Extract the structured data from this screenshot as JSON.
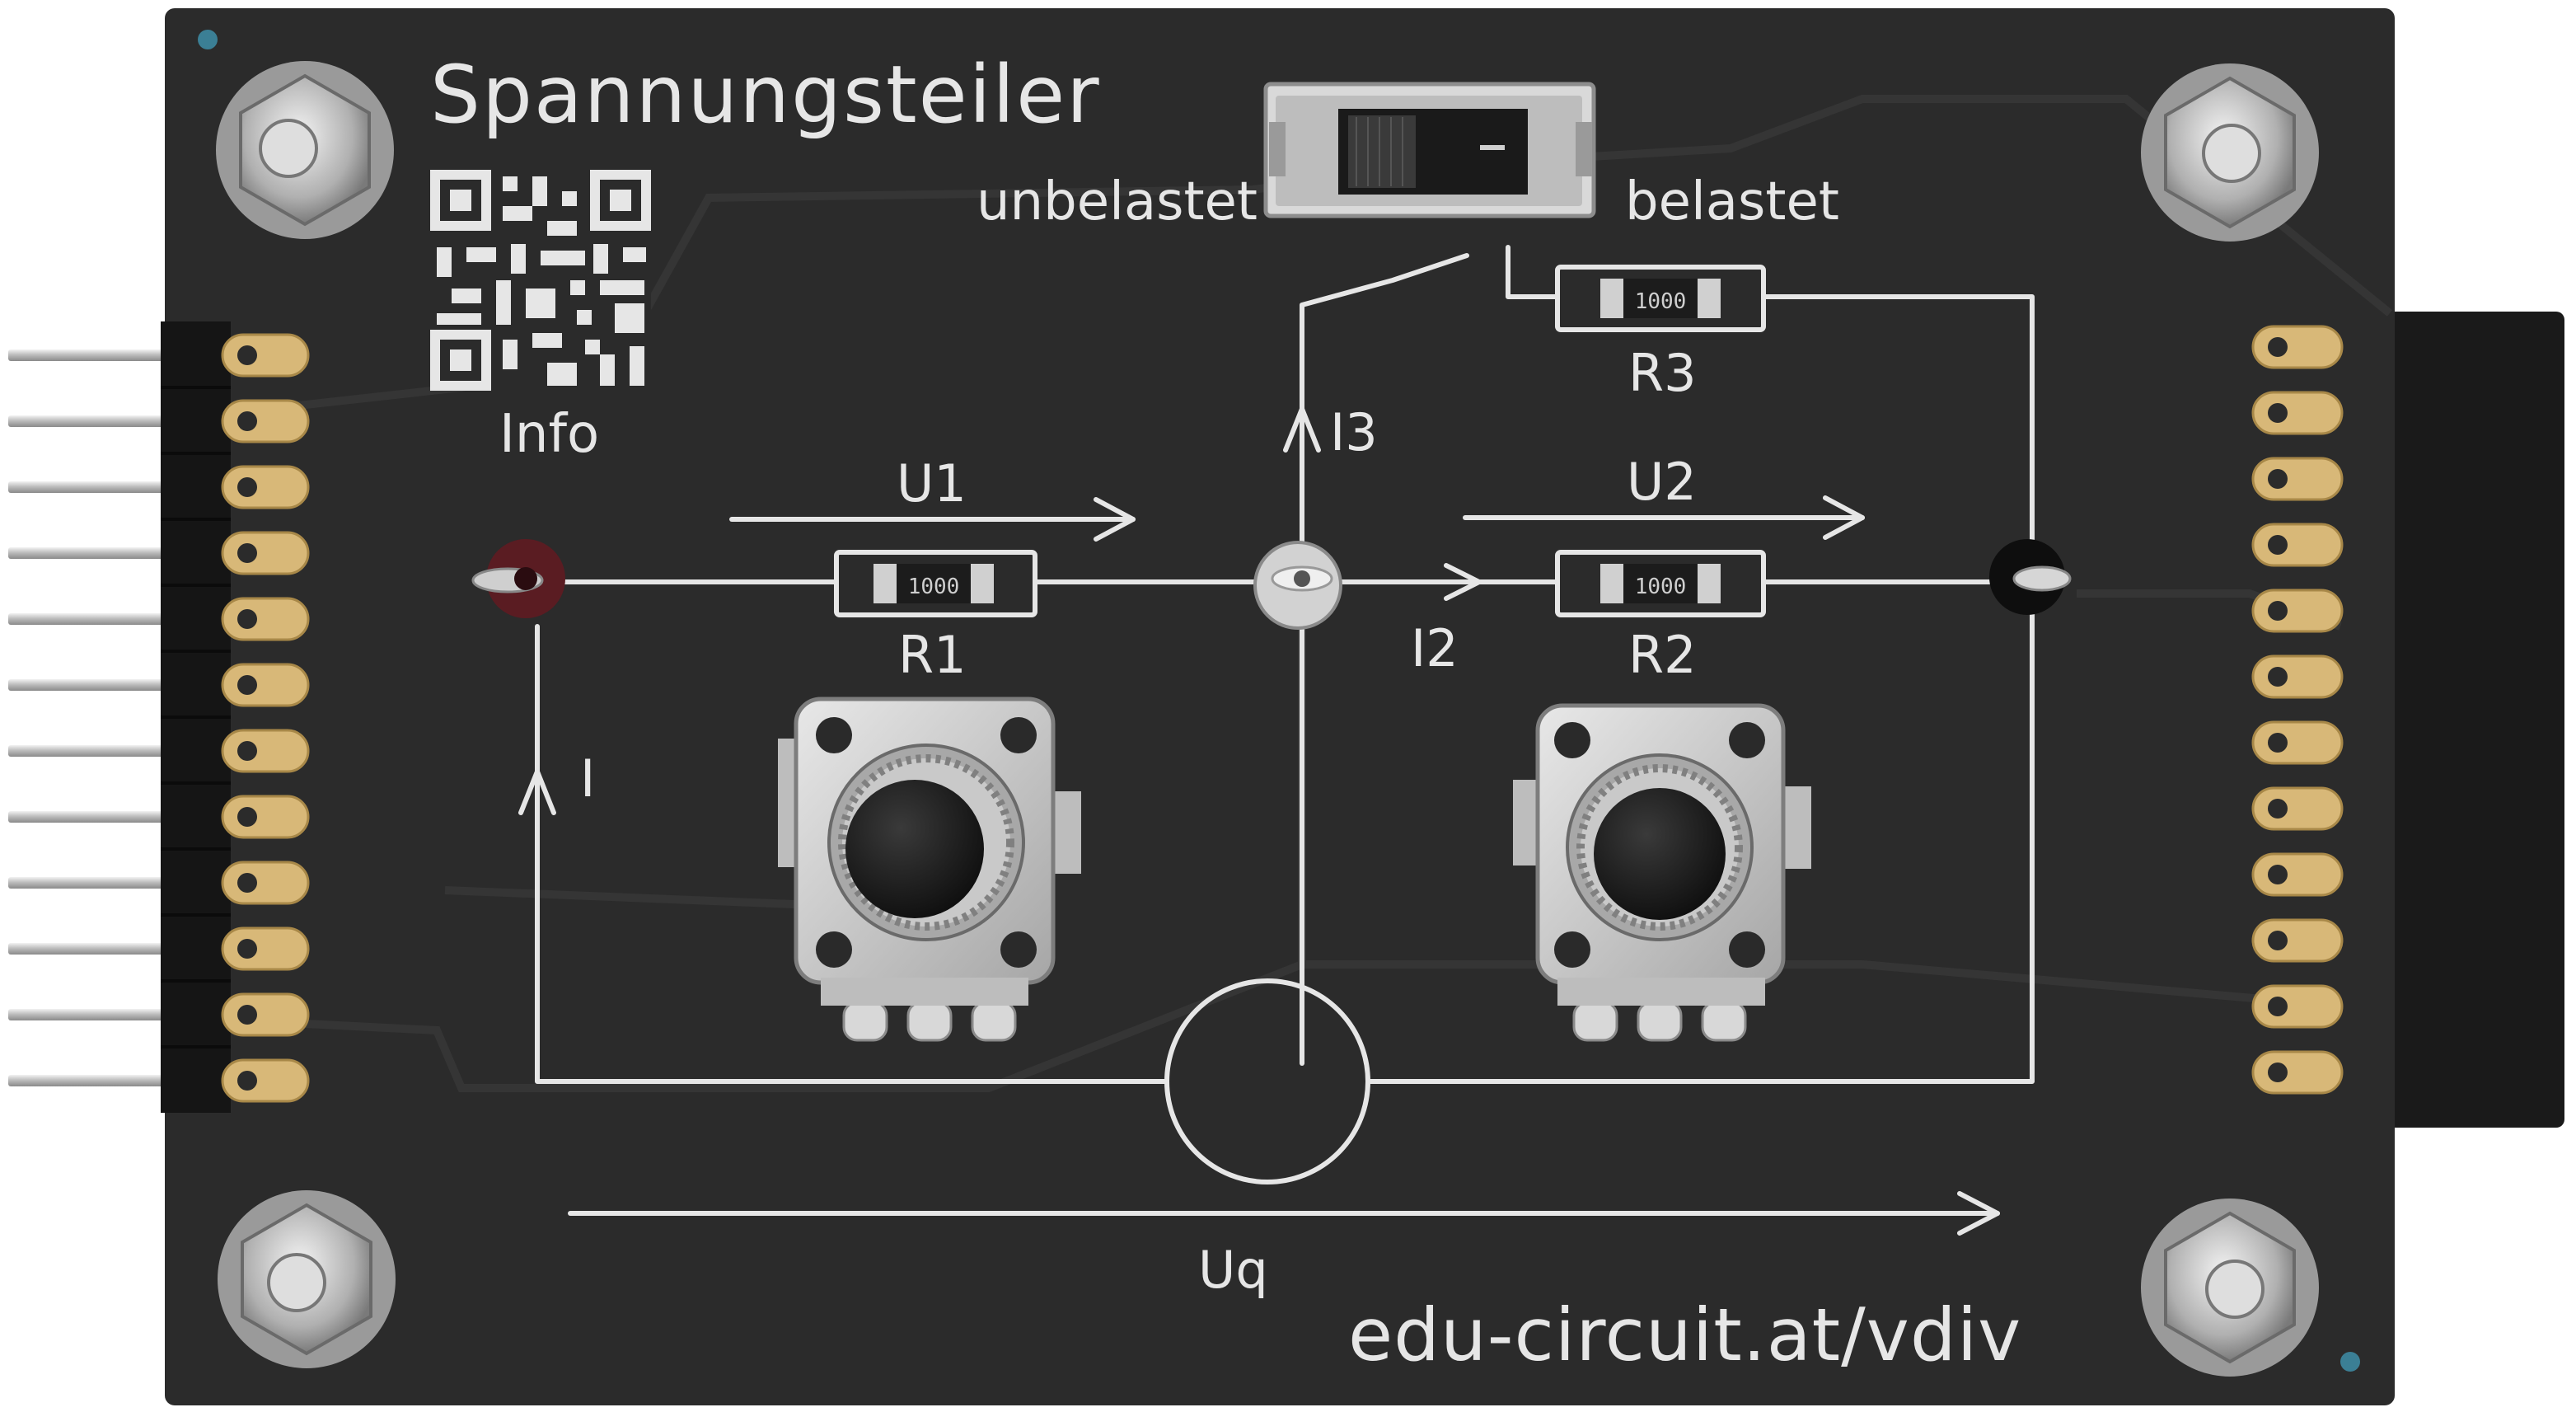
{
  "board": {
    "title": "Spannungsteiler",
    "qr_caption": "Info",
    "url": "edu-circuit.at/vdiv"
  },
  "switch": {
    "left_label": "unbelastet",
    "right_label": "belastet"
  },
  "circuit": {
    "u1": "U1",
    "u2": "U2",
    "uq": "Uq",
    "i": "I",
    "i2": "I2",
    "i3": "I3",
    "r1": "R1",
    "r2": "R2",
    "r3": "R3",
    "resistor_marking": "1000"
  },
  "colors": {
    "pcb": "#2b2b2b",
    "silkscreen": "#e6e6e6",
    "terminal_red": "#5a1c22",
    "gold": "#d8b878",
    "steel": "#c8c8c8"
  }
}
